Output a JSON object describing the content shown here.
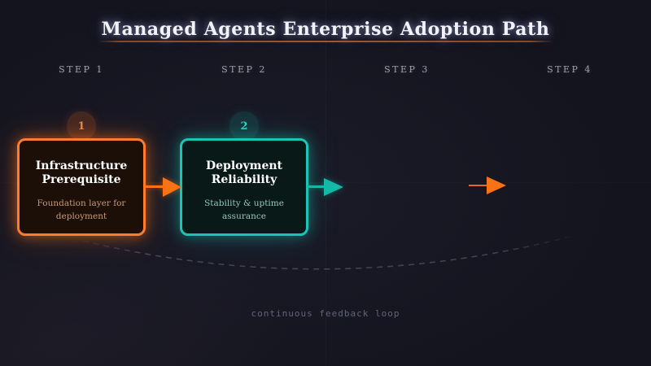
{
  "header": {
    "title": "Managed Agents Enterprise Adoption Path"
  },
  "steps": [
    {
      "label": "STEP 1",
      "badge": "1",
      "accent_color": "#f97316",
      "box": {
        "title": "Infrastructure Prerequisite",
        "subtitle": "Foundation layer for deployment"
      }
    },
    {
      "label": "STEP 2",
      "badge": "2",
      "accent_color": "#14b8a6",
      "box": {
        "title": "Deployment Reliability",
        "subtitle": "Stability & uptime assurance"
      }
    },
    {
      "label": "STEP 3"
    },
    {
      "label": "STEP 4"
    }
  ],
  "arrows": [
    {
      "from": "step-1",
      "to": "step-2",
      "color": "#f97316"
    },
    {
      "from": "step-2",
      "to": "step-3",
      "color": "#14b8a6"
    },
    {
      "from": "step-3",
      "to": "step-4",
      "color": "#f97316"
    }
  ],
  "feedback_loop": {
    "label": "continuous feedback loop"
  },
  "colors": {
    "background": "#14141e",
    "title_underline": "#8a4c2a",
    "step_label": "#9fa0ad",
    "dashed_curve": "#555568"
  }
}
